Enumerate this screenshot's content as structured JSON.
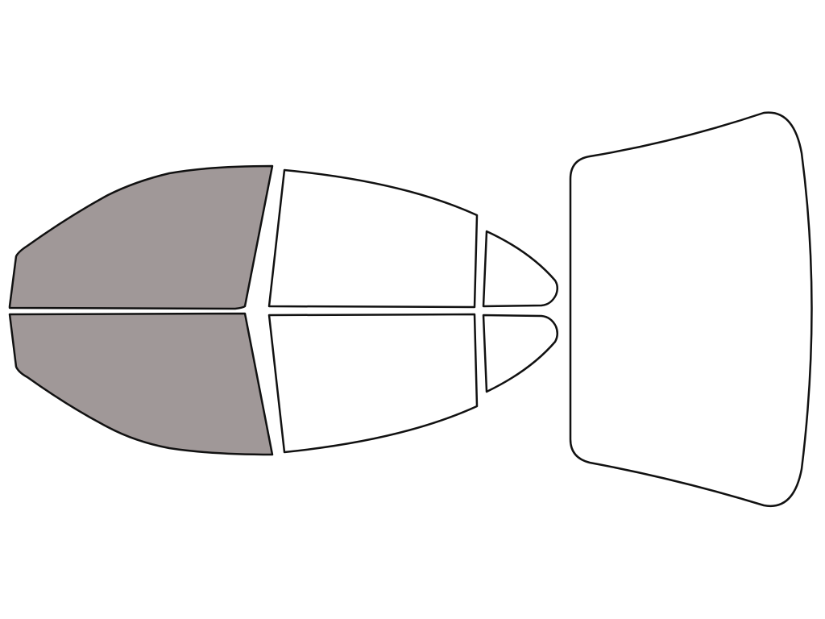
{
  "diagram": {
    "description_visible_text": "",
    "colors": {
      "tinted": "#a09898",
      "untinted": "#ffffff",
      "outline": "#111111",
      "background": "#ffffff"
    },
    "windows": [
      {
        "id": "front-left",
        "tinted": true
      },
      {
        "id": "front-right",
        "tinted": true
      },
      {
        "id": "rear-left",
        "tinted": false
      },
      {
        "id": "rear-right",
        "tinted": false
      },
      {
        "id": "quarter-left",
        "tinted": false
      },
      {
        "id": "quarter-right",
        "tinted": false
      },
      {
        "id": "rear-windshield",
        "tinted": false
      }
    ]
  }
}
